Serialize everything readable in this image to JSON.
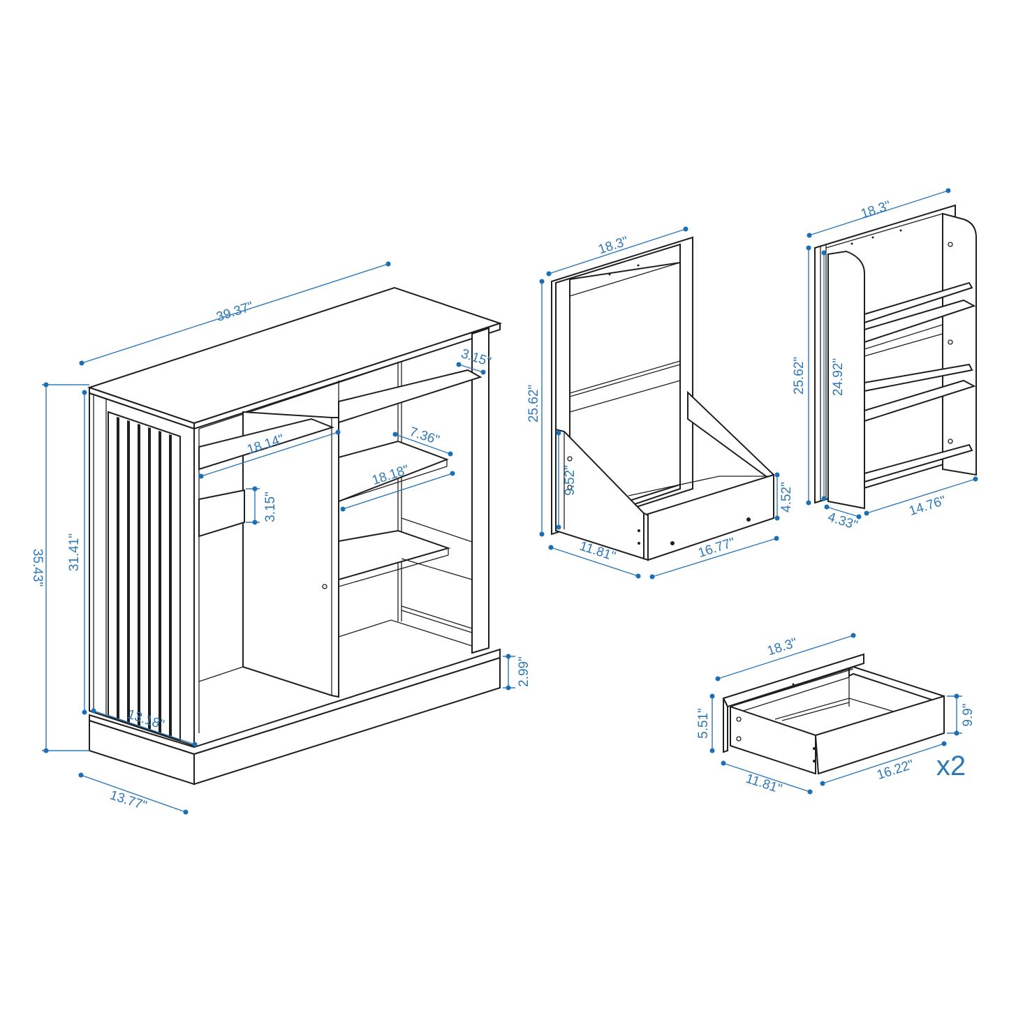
{
  "accent_color": "#2e78b7",
  "line_color": "#1f1f1f",
  "cabinet": {
    "width": "39.37\"",
    "height": "35.43\"",
    "inner_height": "31.41\"",
    "depth": "13.77\"",
    "door_width": "13.18\"",
    "hanging_rod_length": "18.14\"",
    "rod_drop": "3.15\"",
    "top_shelf_gap": "3.15\"",
    "shelf_depth": "7.36\"",
    "shelf_length": "18.18\"",
    "base_height": "2.99\""
  },
  "toy_box": {
    "width": "18.3\"",
    "height": "25.62\"",
    "side_height": "9.52\"",
    "front_height": "4.52\"",
    "depth": "11.81\"",
    "front_length": "16.77\""
  },
  "book_shelf": {
    "width": "18.3\"",
    "height": "25.62\"",
    "inner_height": "24.92\"",
    "depth": "4.33\"",
    "front_length": "14.76\""
  },
  "drawer": {
    "width": "18.3\"",
    "height": "5.51\"",
    "side_height": "9.9\"",
    "depth": "11.81\"",
    "front_length": "16.22\"",
    "quantity": "x2"
  }
}
